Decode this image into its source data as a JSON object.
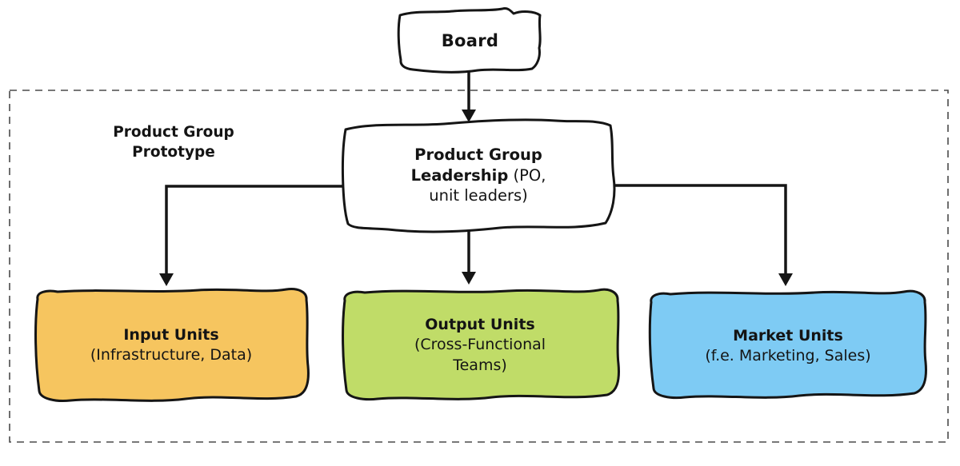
{
  "diagram": {
    "board": {
      "label": "Board"
    },
    "container_label": "Product Group\nPrototype",
    "leadership": {
      "line1_bold": "Product Group",
      "line2_bold": "Leadership",
      "line2_regular": " (PO,",
      "line3_regular": "unit leaders)"
    },
    "units": [
      {
        "title": "Input Units",
        "subtitle": "(Infrastructure, Data)",
        "fill": "#F6C55F"
      },
      {
        "title": "Output Units",
        "subtitle": "(Cross-Functional\nTeams)",
        "fill": "#C0DC68"
      },
      {
        "title": "Market Units",
        "subtitle": "(f.e. Marketing, Sales)",
        "fill": "#7ECBF4"
      }
    ],
    "colors": {
      "stroke": "#151515",
      "dashed_border": "#4a4a4a",
      "background": "#ffffff"
    }
  }
}
